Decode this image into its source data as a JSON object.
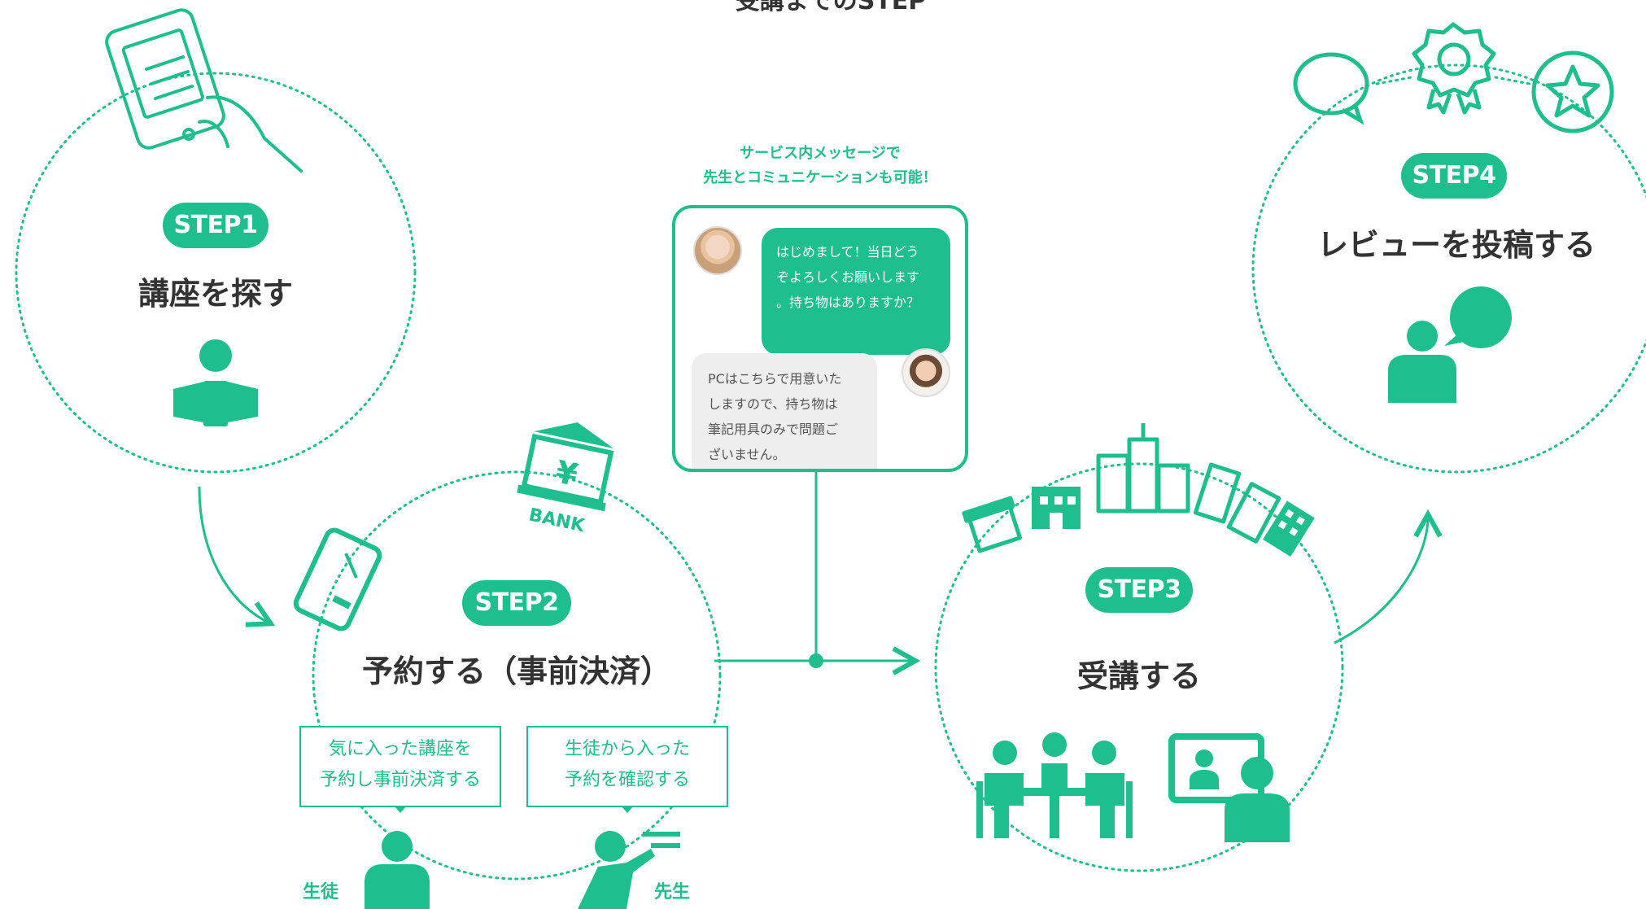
{
  "colors": {
    "accent": "#1fbe8f",
    "text": "#333333",
    "bubble_gray": "#eeeeee"
  },
  "header": {
    "title": "受講までのSTEP"
  },
  "steps": [
    {
      "badge": "STEP1",
      "title": "講座を探す",
      "icon": "person-reading-book-icon"
    },
    {
      "badge": "STEP2",
      "title": "予約する（事前決済）",
      "icons": [
        "credit-card-icon",
        "bank-icon"
      ]
    },
    {
      "badge": "STEP3",
      "title": "受講する",
      "icons": [
        "buildings-icon",
        "meeting-table-icon",
        "online-class-icon"
      ]
    },
    {
      "badge": "STEP4",
      "title": "レビューを投稿する",
      "icons": [
        "speech-bubble-icon",
        "award-badge-icon",
        "star-icon",
        "person-speaking-icon"
      ]
    }
  ],
  "bank_label": "BANK",
  "chat": {
    "title_line1": "サービス内メッセージで",
    "title_line2": "先生とコミュニケーションも可能！",
    "student_message": [
      "はじめまして！当日どう",
      "ぞよろしくお願いします",
      "。持ち物はありますか？"
    ],
    "teacher_message": [
      "PCはこちらで用意いた",
      "しますので、持ち物は",
      "筆記用具のみで問題ご",
      "ざいません。"
    ]
  },
  "reservation": {
    "student_box": [
      "気に入った講座を",
      "予約し事前決済する"
    ],
    "teacher_box": [
      "生徒から入った",
      "予約を確認する"
    ],
    "student_label": "生徒",
    "teacher_label": "先生"
  }
}
